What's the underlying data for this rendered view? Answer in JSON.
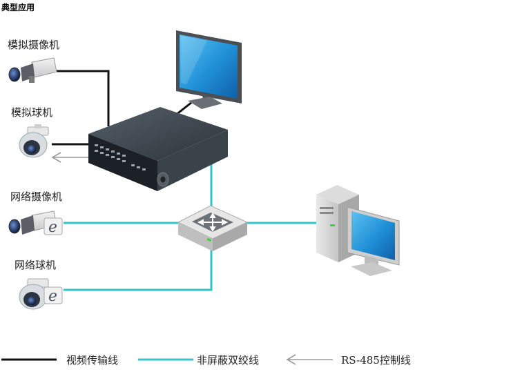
{
  "title": "典型应用",
  "devices": {
    "analog_camera": "模拟摄像机",
    "analog_dome": "模拟球机",
    "network_camera": "网络摄像机",
    "network_dome": "网络球机"
  },
  "legend": {
    "video_cable": "视频传输线",
    "twisted_pair": "非屏蔽双绞线",
    "rs485": "RS-485控制线"
  },
  "colors": {
    "video_cable": "#111111",
    "twisted_pair": "#36c3c8",
    "rs485": "#9a9a9a",
    "screen_blue": "#1f8fd6"
  }
}
